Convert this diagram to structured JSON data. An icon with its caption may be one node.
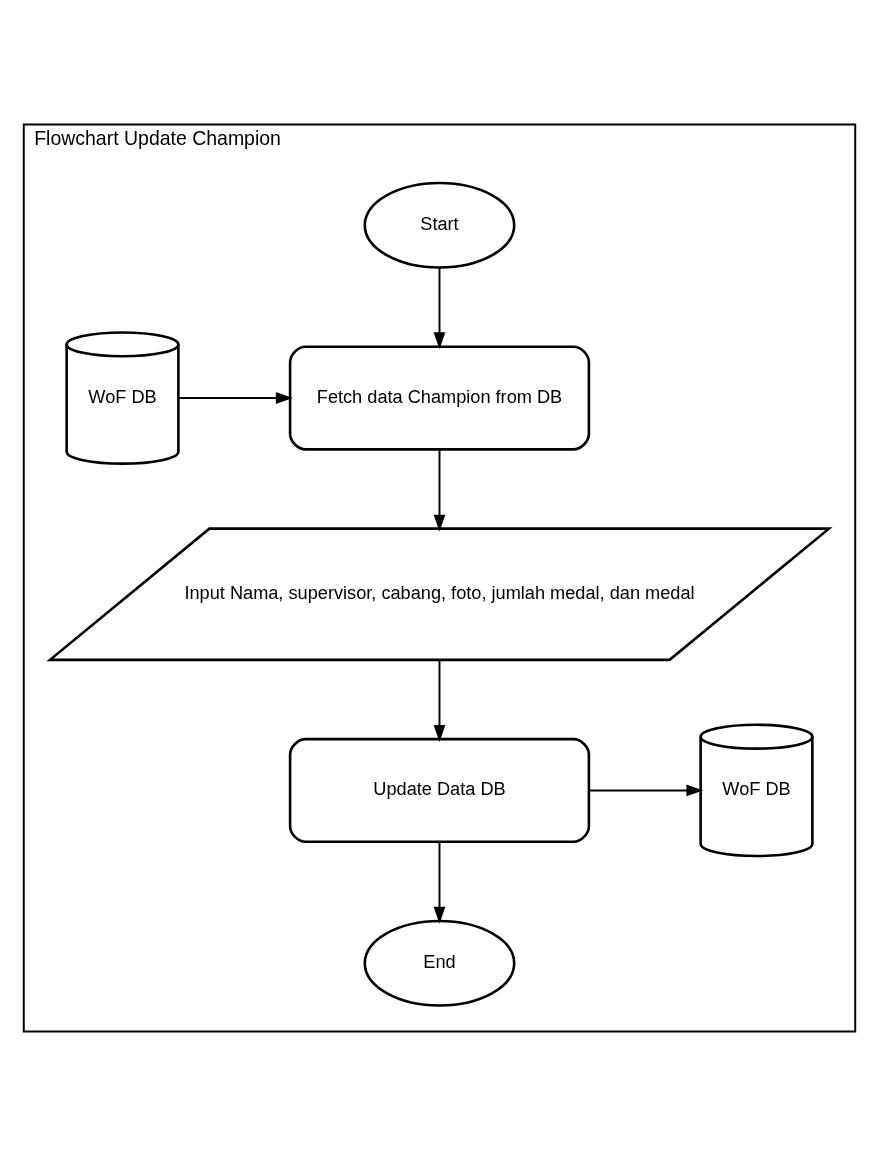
{
  "diagram": {
    "nodes": [
      {
        "text": [
          "Flowchart Update Champion"
        ]
      },
      {
        "text": [
          "Start"
        ],
        "in": 0
      },
      {
        "text": [
          "WoF DB"
        ],
        "in": 0
      },
      {
        "text": [
          "Fetch data Champion from DB"
        ],
        "in": 0
      },
      {
        "text": [
          "Input Nama, supervisor, cabang, foto, jumlah medal, dan medal"
        ],
        "in": 0
      },
      {
        "text": [
          "Update Data DB"
        ],
        "in": 0
      },
      {
        "text": [
          "WoF DB"
        ],
        "in": 0
      },
      {
        "text": [
          "End"
        ],
        "in": 0
      }
    ],
    "edges": [
      {
        "from": 1,
        "to": 3,
        "arrow": "to"
      },
      {
        "from": 2,
        "to": 3,
        "arrow": "to"
      },
      {
        "from": 3,
        "to": 4,
        "arrow": "to"
      },
      {
        "from": 4,
        "to": 5,
        "arrow": "to"
      },
      {
        "from": 5,
        "to": 6,
        "arrow": "to"
      },
      {
        "from": 5,
        "to": 7,
        "arrow": "to"
      }
    ]
  }
}
